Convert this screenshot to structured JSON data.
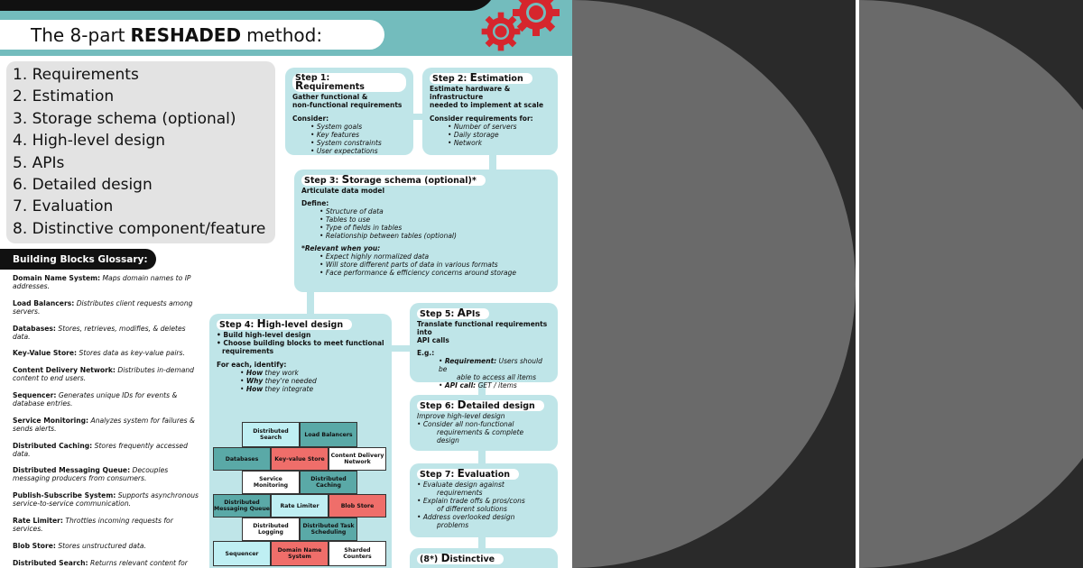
{
  "title": {
    "pre": "The 8-part",
    "bold": "RESHADED",
    "post": "method:"
  },
  "steps_list": [
    "1. Requirements",
    "2. Estimation",
    "3. Storage schema (optional)",
    "4. High-level design",
    "5. APIs",
    "6. Detailed design",
    "7. Evaluation",
    "8. Distinctive component/feature"
  ],
  "glossary_title": "Building Blocks Glossary:",
  "glossary": [
    {
      "term": "Domain Name System:",
      "desc": "Maps domain names to IP addresses."
    },
    {
      "term": "Load Balancers:",
      "desc": "Distributes client requests among servers."
    },
    {
      "term": "Databases:",
      "desc": "Stores, retrieves, modifies, & deletes data."
    },
    {
      "term": "Key-Value Store:",
      "desc": "Stores data as key-value pairs."
    },
    {
      "term": "Content Delivery Network:",
      "desc": "Distributes in-demand content to end users."
    },
    {
      "term": "Sequencer:",
      "desc": "Generates unique IDs for events & database entries."
    },
    {
      "term": "Service Monitoring:",
      "desc": "Analyzes system for failures & sends alerts."
    },
    {
      "term": "Distributed Caching:",
      "desc": "Stores frequently accessed data."
    },
    {
      "term": "Distributed Messaging Queue:",
      "desc": "Decouples messaging producers from consumers."
    },
    {
      "term": "Publish-Subscribe System:",
      "desc": "Supports asynchronous service-to-service communication."
    },
    {
      "term": "Rate Limiter:",
      "desc": "Throttles incoming requests for services."
    },
    {
      "term": "Blob Store:",
      "desc": "Stores unstructured data."
    },
    {
      "term": "Distributed Search:",
      "desc": "Returns relevant content for"
    }
  ],
  "step1": {
    "label": "Step 1: ",
    "first": "R",
    "rest": "equirements",
    "desc": [
      "Gather functional &",
      "non-functional requirements"
    ],
    "consider": "Consider:",
    "items": [
      "System goals",
      "Key features",
      "System constraints",
      "User expectations"
    ]
  },
  "step2": {
    "label": "Step 2: ",
    "first": "E",
    "rest": "stimation",
    "desc": [
      "Estimate hardware & infrastructure",
      "needed to implement at scale"
    ],
    "consider": "Consider requirements for:",
    "items": [
      "Number of servers",
      "Daily storage",
      "Network"
    ]
  },
  "step3": {
    "label": "Step 3: ",
    "first": "S",
    "rest": "torage schema (optional)*",
    "desc": "Articulate data model",
    "define": "Define:",
    "define_items": [
      "Structure of data",
      "Tables to use",
      "Type of fields in tables",
      "Relationship between tables (optional)"
    ],
    "relevant": "*Relevant when you:",
    "relevant_items": [
      "Expect highly normalized data",
      "Will store different parts of data in various formats",
      "Face performance & efficiency concerns around storage"
    ]
  },
  "step4": {
    "label": "Step 4: ",
    "first": "H",
    "rest": "igh-level design",
    "bullets": [
      "• Build high-level design",
      "• Choose building blocks to meet functional",
      "requirements"
    ],
    "identify": "For each, identify:",
    "items": [
      {
        "b": "How",
        "t": " they work"
      },
      {
        "b": "Why",
        "t": " they're needed"
      },
      {
        "b": "How",
        "t": " they integrate"
      }
    ]
  },
  "step5": {
    "label": "Step 5: ",
    "first": "A",
    "rest": "PIs",
    "desc": [
      "Translate functional requirements into",
      "API calls"
    ],
    "eg": "E.g.:",
    "req_label": "Requirement:",
    "req_text": "Users should be",
    "req_text2": "able to access all items",
    "api_label": "API call:",
    "api_text": "GET / items"
  },
  "step6": {
    "label": "Step 6: ",
    "first": "D",
    "rest": "etailed design",
    "items": [
      "Improve high-level design",
      "Consider all non-functional",
      "requirements & complete",
      "design"
    ]
  },
  "step7": {
    "label": "Step 7: ",
    "first": "E",
    "rest": "valuation",
    "items": [
      "Evaluate design against",
      "requirements",
      "Explain trade offs & pros/cons",
      "of different solutions",
      "Address overlooked design",
      "problems"
    ]
  },
  "step8": {
    "label": "(8*) ",
    "first": "D",
    "rest": "istinctive"
  },
  "blocks": [
    {
      "text": "Distributed Search",
      "color": "light"
    },
    {
      "text": "Load Balancers",
      "color": "teal"
    },
    {
      "text": "Databases",
      "color": "teal"
    },
    {
      "text": "Key-value Store",
      "color": "red"
    },
    {
      "text": "Content Delivery Network",
      "color": "white"
    },
    {
      "text": "Service Monitoring",
      "color": "white"
    },
    {
      "text": "Distributed Caching",
      "color": "teal"
    },
    {
      "text": "Distributed Messaging Queue",
      "color": "teal"
    },
    {
      "text": "Rate Limiter",
      "color": "light"
    },
    {
      "text": "Blob Store",
      "color": "red"
    },
    {
      "text": "Distributed Logging",
      "color": "white"
    },
    {
      "text": "Distributed Task Scheduling",
      "color": "teal"
    },
    {
      "text": "Sequencer",
      "color": "light"
    },
    {
      "text": "Domain Name System",
      "color": "red"
    },
    {
      "text": "Sharded Counters",
      "color": "white"
    }
  ],
  "colors": {
    "teal_band": "#73bcbd",
    "box": "#bfe5e8",
    "gear": "#d6262d",
    "dark": "#2a2a2a",
    "circle": "#6a6a6a"
  },
  "icons": [
    "gear-icon",
    "gear-icon"
  ]
}
